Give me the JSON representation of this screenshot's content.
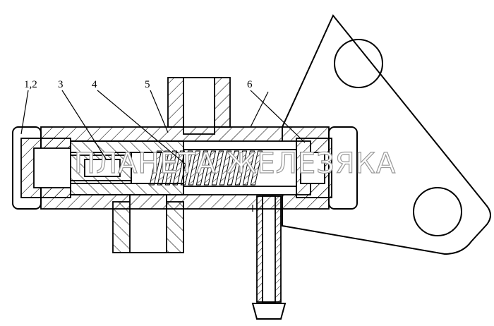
{
  "diagram": {
    "callouts": [
      {
        "id": "c12",
        "text": "1,2"
      },
      {
        "id": "c3",
        "text": "3"
      },
      {
        "id": "c4",
        "text": "4"
      },
      {
        "id": "c5",
        "text": "5"
      },
      {
        "id": "c6",
        "text": "6"
      }
    ],
    "watermark": "ПЛАНЕТА ЖЕЛЕЗЯКА",
    "colors": {
      "line": "#000000",
      "background": "#ffffff",
      "watermark_outline": "#9a9a9a"
    }
  }
}
